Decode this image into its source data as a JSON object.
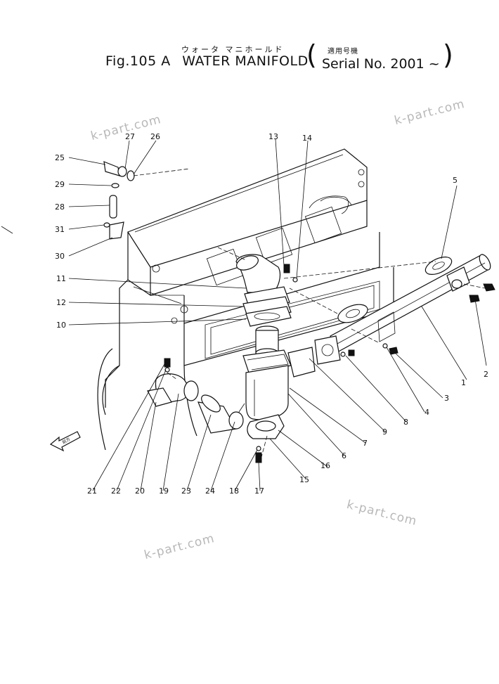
{
  "header": {
    "kana_left": "ウォータ マニホールド",
    "kana_right": "適用号機",
    "fig_number": "Fig.105 A",
    "title": "WATER  MANIFOLD",
    "paren_open": "(",
    "serial": "Serial No.  2001 ~",
    "paren_close": ")"
  },
  "watermarks": [
    "k-part.com",
    "k-part.com",
    "k-part.com",
    "k-part.com"
  ],
  "front_marker": "前方",
  "callouts": {
    "c1": "1",
    "c2": "2",
    "c3": "3",
    "c4": "4",
    "c5": "5",
    "c6": "6",
    "c7": "7",
    "c8": "8",
    "c9": "9",
    "c10": "10",
    "c11": "11",
    "c12": "12",
    "c13": "13",
    "c14": "14",
    "c15": "15",
    "c16": "16",
    "c17": "17",
    "c18": "18",
    "c19": "19",
    "c20": "20",
    "c21": "21",
    "c22": "22",
    "c23": "23",
    "c24": "24",
    "c25": "25",
    "c26": "26",
    "c27": "27",
    "c28": "28",
    "c29": "29",
    "c30": "30",
    "c31": "31"
  }
}
